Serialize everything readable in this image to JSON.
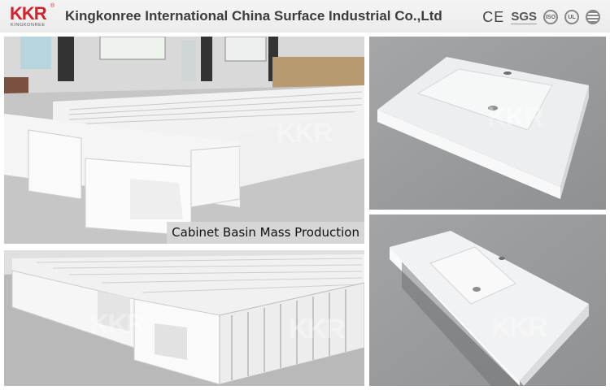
{
  "header": {
    "logo": {
      "mark": "KKR",
      "registered": "®",
      "subtitle": "KINGKONREE"
    },
    "company_name": "Kingkonree International China Surface Industrial Co.,Ltd",
    "certifications": [
      {
        "name": "ce-mark",
        "label": "CE"
      },
      {
        "name": "sgs-mark",
        "label": "SGS"
      },
      {
        "name": "iso-mark",
        "label": "ISO"
      },
      {
        "name": "ul-mark",
        "label": "UL"
      },
      {
        "name": "globe-mark",
        "label": ""
      }
    ]
  },
  "panels": [
    {
      "name": "cabinet-basin-factory-photo",
      "caption": "Cabinet Basin Mass Production",
      "watermark": "KKR"
    },
    {
      "name": "vanity-top-rows-photo",
      "watermark": "KKR"
    },
    {
      "name": "rectangular-basin-top-photo",
      "watermark": "KKR"
    },
    {
      "name": "vanity-top-with-sink-photo",
      "watermark": "KKR"
    }
  ],
  "colors": {
    "brand_red": "#d2232a",
    "header_text": "#3c3c3c"
  }
}
